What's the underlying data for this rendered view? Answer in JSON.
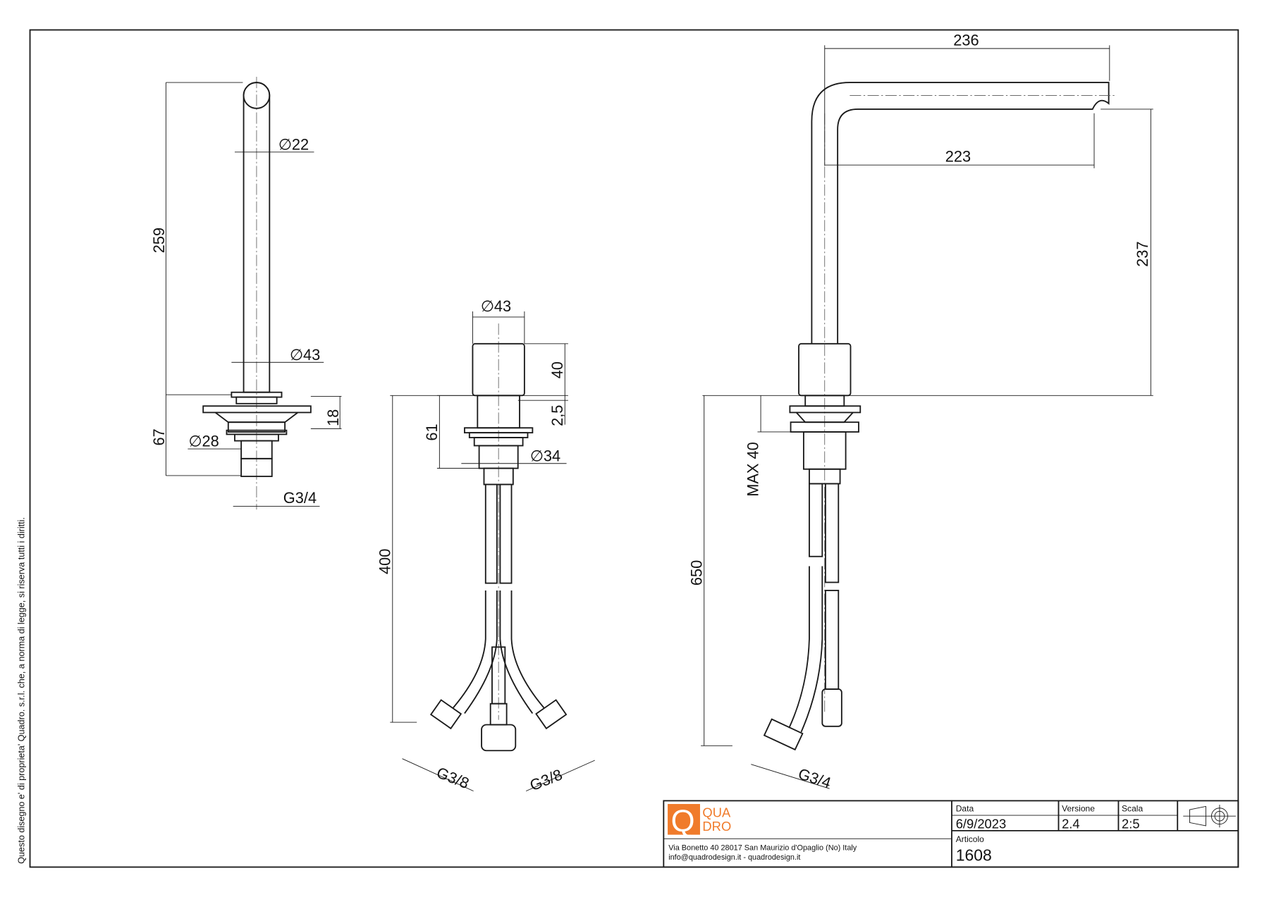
{
  "copyright_note": "Questo disegno e' di proprieta' Quadro. s.r.l. che, a norma di legge, si riserva tutti i diritti.",
  "colors": {
    "brand": "#f07b2b",
    "line": "#1a1a1a"
  },
  "view_left": {
    "dia_top": "∅22",
    "height_total": "259",
    "dia_base": "∅43",
    "height_lower": "67",
    "dia_shank": "∅28",
    "flange_h": "18",
    "thread": "G3/4"
  },
  "view_middle": {
    "dia_top": "∅43",
    "handle_h": "40",
    "gap": "2,5",
    "body_h": "61",
    "dia_shank": "∅34",
    "hose_len": "400",
    "thread_left": "G3/8",
    "thread_right": "G3/8"
  },
  "view_right": {
    "reach_total": "236",
    "reach_inner": "223",
    "height": "237",
    "max_deck": "MAX 40",
    "hose_len": "650",
    "thread": "G3/4"
  },
  "title_block": {
    "logo_letter": "Q",
    "logo_line1": "QUA",
    "logo_line2": "DRO",
    "address": "Via Bonetto 40  28017 San Maurizio d'Opaglio (No) Italy",
    "contact": "info@quadrodesign.it  -  quadrodesign.it",
    "date_label": "Data",
    "date": "6/9/2023",
    "version_label": "Versione",
    "version": "2.4",
    "scale_label": "Scala",
    "scale": "2:5",
    "article_label": "Articolo",
    "article": "1608",
    "projection_icon": "third-angle-projection-icon"
  }
}
